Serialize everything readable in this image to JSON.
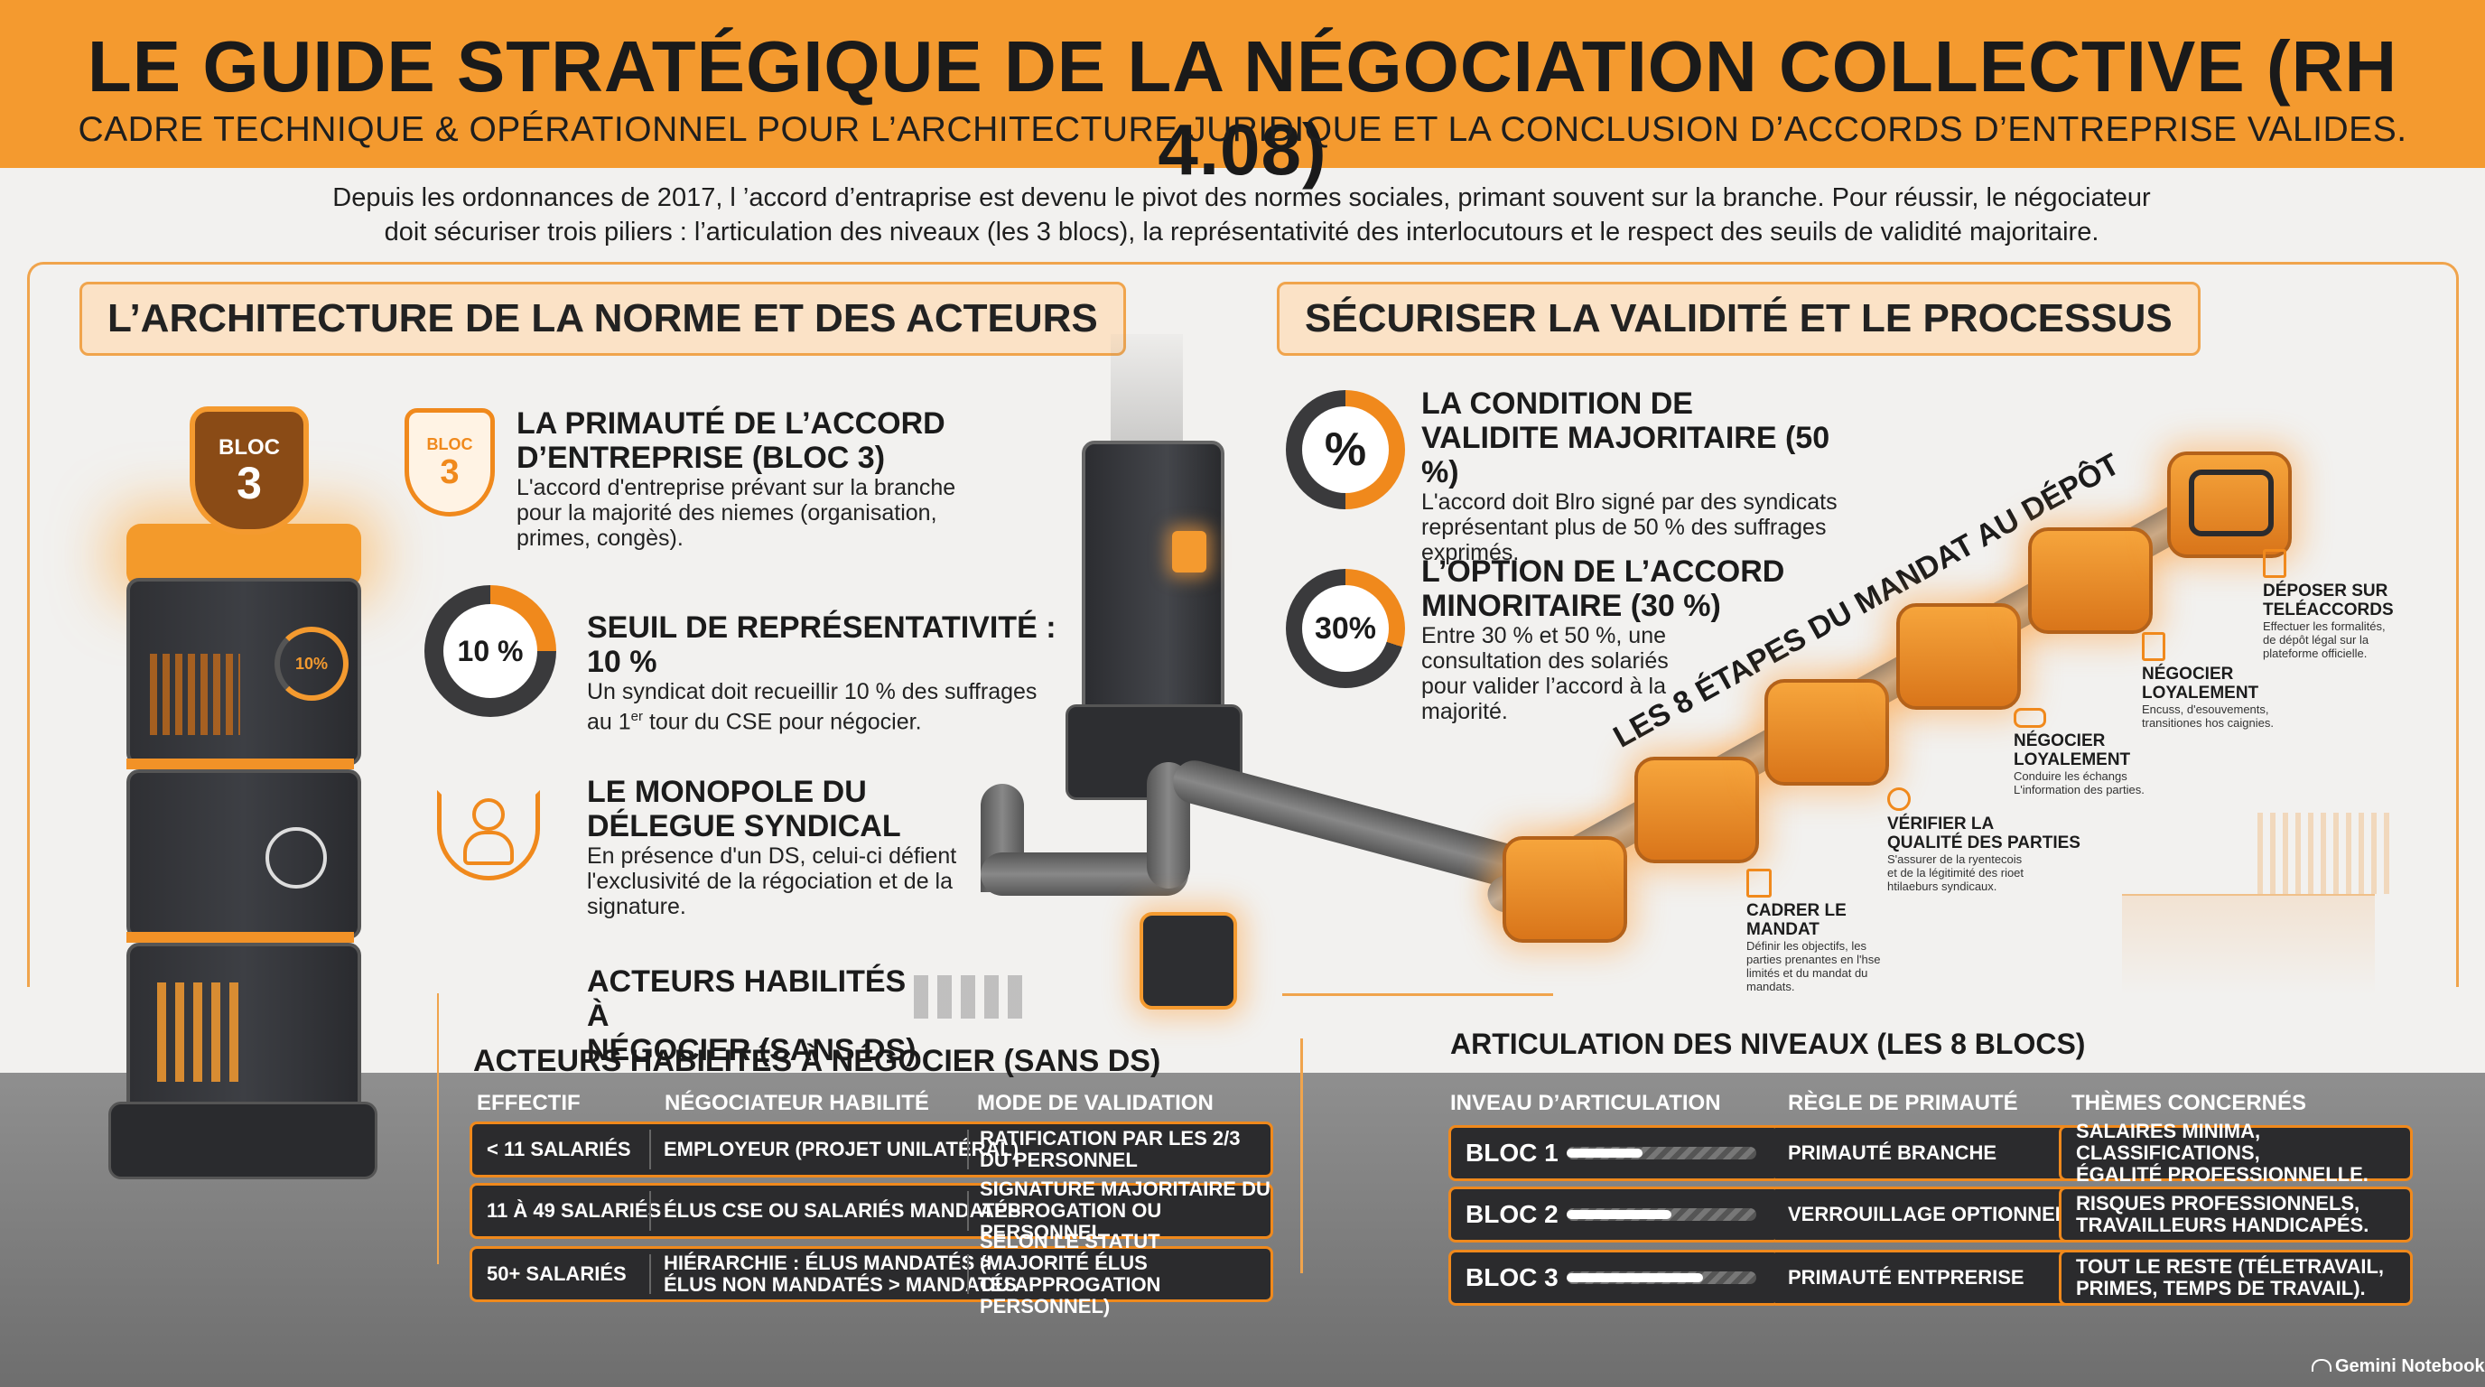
{
  "header": {
    "title": "LE GUIDE STRATÉGIQUE DE LA NÉGOCIATION COLLECTIVE (RH 4.08)",
    "subtitle": "CADRE TECHNIQUE & OPÉRATIONNEL POUR L’ARCHITECTURE  JURIDIQUE ET LA CONCLUSION D’ACCORDS D’ENTREPRISE VALIDES."
  },
  "intro": {
    "line1": "Depuis les ordonnances de 2017, l ’accord d’entraprise est devenu le pivot des normes sociales, primant souvent sur la branche. Pour réussir, le négociateur",
    "line2": "doit sécuriser trois piliers : l’articulation des niveaux (les 3 blocs), la représentativité des interlocutours et le respect des seuils de validité majoritaire."
  },
  "left": {
    "section_title": "L’ARCHITECTURE DE LA NORME ET DES ACTEURS",
    "tower_badge_line1": "BLOC",
    "tower_badge_line2": "3",
    "tower_gauge": "10%",
    "items": [
      {
        "icon": "shield-bloc3-icon",
        "badge_line1": "BLOC",
        "badge_line2": "3",
        "title_line1": "LA PRIMAUTÉ DE L’ACCORD",
        "title_line2": "D’ENTREPRISE (BLOC 3)",
        "text_line1": "L'accord d'entreprise prévant sur la branche",
        "text_line2": "pour la majorité des niemes (organisation,",
        "text_line3": "primes, congès)."
      },
      {
        "icon": "ring-10-icon",
        "badge": "10 %",
        "percent": 0.25,
        "title_line1": "SEUIL DE REPRÉSENTATIVITÉ : 10 %",
        "text_line1": "Un syndicat doit recueillir 10 % des suffrages",
        "text_line2_a": "au 1",
        "text_line2_sup": "er",
        "text_line2_b": " tour du CSE pour négocier."
      },
      {
        "icon": "laurel-person-icon",
        "title_line1": "LE MONOPOLE DU",
        "title_line2": "DÉLEGUE SYNDICAL",
        "text_line1": "En présence d'un DS, celui-ci défient",
        "text_line2": "l'exclusivité de la régociation et de la",
        "text_line3": "signature."
      }
    ],
    "actors_heading_line1": "ACTEURS HABILITÉS À",
    "actors_heading_line2": "NÉGOCIER (SANS DS)",
    "table": {
      "title": "ACTEURS HABILITÉS À NÉGOCIER (SANS DS)",
      "headers": [
        "EFFECTIF",
        "NÉGOCIATEUR HABILITÉ",
        "MODE DE VALIDATION"
      ],
      "rows": [
        {
          "effectif": "< 11 SALARIÉS",
          "negociateur_l1": "EMPLOYEUR (PROJET UNILATÉRAL)",
          "negociateur_l2": "",
          "validation_l1": "RATIFICATION PAR LES 2/3",
          "validation_l2": "DU PERSONNEL"
        },
        {
          "effectif": "11 À 49 SALARIÉS",
          "negociateur_l1": "ÉLUS CSE OU SALARIÉS MANDATÉS",
          "negociateur_l2": "",
          "validation_l1": "SIGNATURE MAJORITAIRE DU",
          "validation_l2": "APPROGATION OU PERSONNEL"
        },
        {
          "effectif": "50+ SALARIÉS",
          "negociateur_l1": "HIÉRARCHIE : ÉLUS MANDATÉS >",
          "negociateur_l2": "ÉLUS NON MANDATÉS > MANDATÉS",
          "validation_l1": "SELON LE STATUT (MAJORITÉ ÉLUS",
          "validation_l2": "OU APPROGATION PERSONNEL)"
        }
      ]
    }
  },
  "right": {
    "section_title": "SÉCURISER LA VALIDITÉ ET LE PROCESSUS",
    "cond1": {
      "icon": "percent-ring-icon",
      "badge": "%",
      "percent": 0.5,
      "title_line1": "LA CONDITION DE",
      "title_line2": "VALIDITE MAJORITAIRE (50 %)",
      "text_line1": "L'accord doit Blro signé par des syndicats",
      "text_line2": "représentant plus de 50 % des suffrages",
      "text_line3": "exprimés."
    },
    "cond2": {
      "icon": "ring-30-icon",
      "badge": "30%",
      "percent": 0.3,
      "title_line1": "L’OPTION DE L’ACCORD",
      "title_line2": "MINORITAIRE (30 %)",
      "text_line1": "Entre 30 % et 50 %, une",
      "text_line2": "consultation des solariés",
      "text_line3": "pour valider l’accord à la",
      "text_line4": "majorité."
    },
    "steps_title": "LES 8 ÉTAPES DU MANDAT AU DÉPÔT",
    "steps": [
      {
        "icon": "notepad-icon",
        "label_l1": "CADRER LE",
        "label_l2": "MANDAT",
        "text": [
          "Définir les objectifs, les",
          "parties prenantes en l'hse",
          "limités et du mandat du",
          "mandats."
        ]
      },
      {
        "icon": "magnifier-icon",
        "label_l1": "VÉRIFIER LA",
        "label_l2": "QUALITÉ DES PARTIES",
        "text": [
          "S'assurer de la ryentecois",
          "et de la légitimité des rioet",
          "htilaeburs syndicaux."
        ]
      },
      {
        "icon": "handshake-icon",
        "label_l1": "NÉGOCIER",
        "label_l2": "LOYALEMENT",
        "text": [
          "Conduire les échangs",
          "L'information des parties."
        ]
      },
      {
        "icon": "document-icon",
        "label_l1": "NÉGOCIER",
        "label_l2": "LOYALEMENT",
        "text": [
          "Encuss, d'esouvements,",
          "transitiones hos caignies."
        ]
      },
      {
        "icon": "file-upload-icon",
        "label_l1": "DÉPOSER SUR",
        "label_l2": "TELÉACCORDS",
        "text": [
          "Effectuer les formalités,",
          "de dépôt légal sur la",
          "plateforme officielle."
        ]
      }
    ],
    "levels": {
      "title": "ARTICULATION DES NIVEAUX (LES 8 BLOCS)",
      "headers": [
        "INVEAU D’ARTICULATION",
        "RÈGLE DE PRIMAUTÉ",
        "THÈMES CONCERNÉS"
      ],
      "rows": [
        {
          "bloc": "BLOC 1",
          "fill": 0.4,
          "regle": "PRIMAUTÉ BRANCHE",
          "themes_l1": "SALAIRES MINIMA, CLASSIFICATIONS,",
          "themes_l2": "ÉGALITÉ PROFESSIONNELLE."
        },
        {
          "bloc": "BLOC 2",
          "fill": 0.55,
          "regle": "VERROUILLAGE OPTIONNEL",
          "themes_l1": "RISQUES PROFESSIONNELS,",
          "themes_l2": "TRAVAILLEURS HANDICAPÉS."
        },
        {
          "bloc": "BLOC 3",
          "fill": 0.72,
          "regle": "PRIMAUTÉ ENTPRERISE",
          "themes_l1": "TOUT LE RESTE (TÉLETRAVAIL,",
          "themes_l2": "PRIMES, TEMPS DE TRAVAIL)."
        }
      ]
    }
  },
  "footer": {
    "brand": "Gemini Notebook"
  },
  "colors": {
    "accent": "#f49a2f",
    "dark": "#2b2b2d"
  }
}
